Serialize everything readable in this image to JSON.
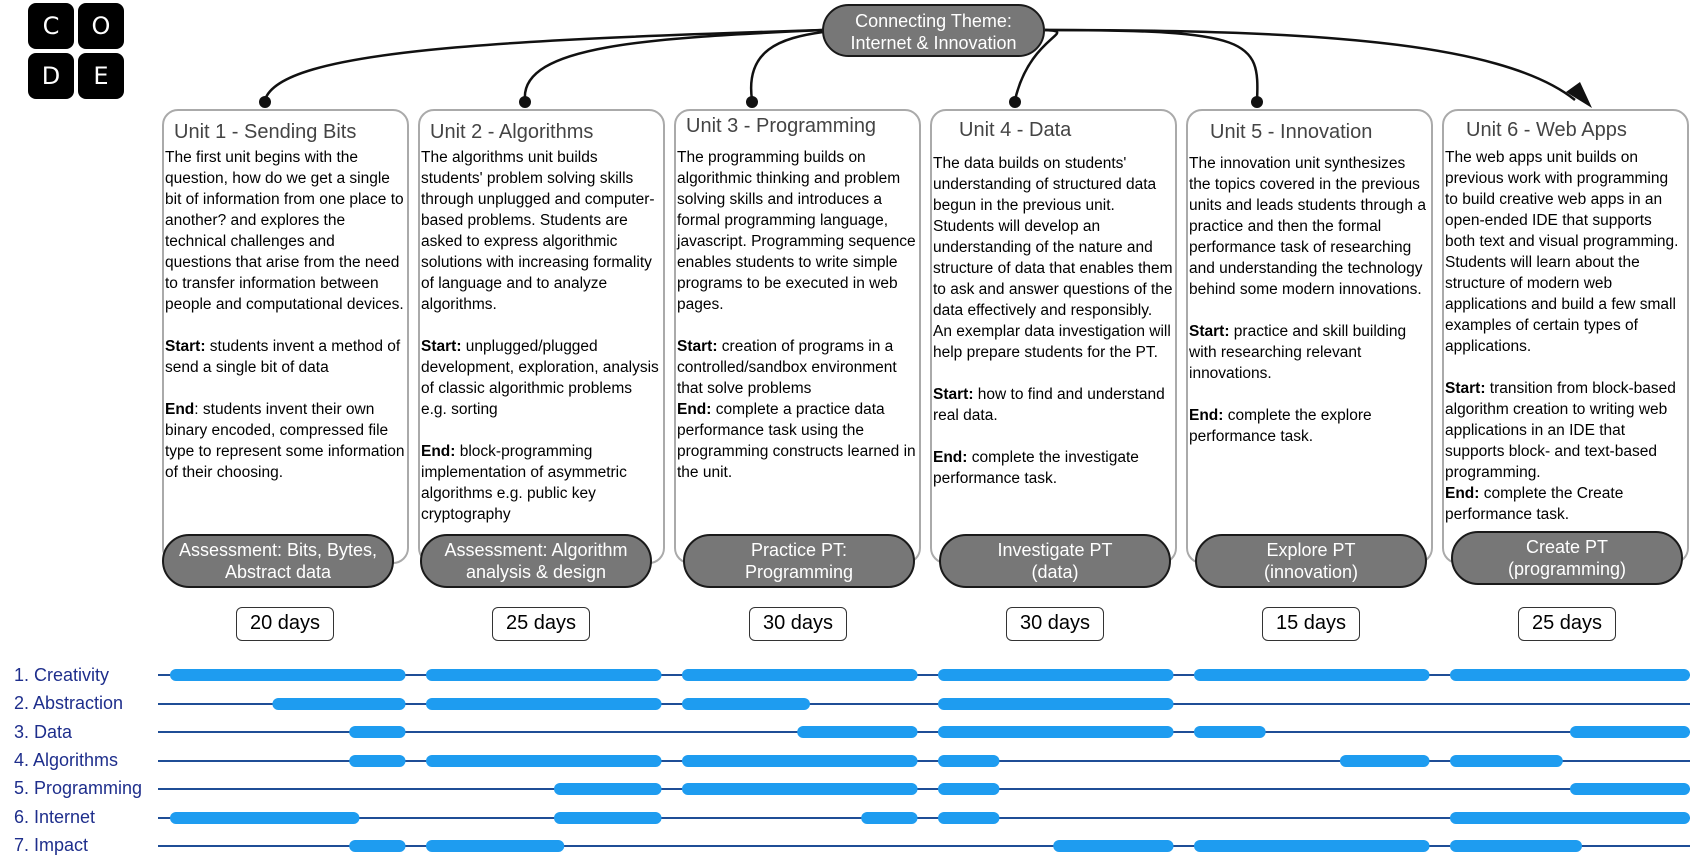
{
  "logo": [
    "C",
    "O",
    "D",
    "E"
  ],
  "connecting_theme": "Connecting Theme:\nInternet & Innovation",
  "units": [
    {
      "title": "Unit 1 - Sending Bits",
      "intro": "The first unit begins with the question, how do we get a single bit of information from one place to another? and explores the technical challenges and questions that arise from the need to transfer information between people and computational devices.",
      "start_label": "Start:",
      "start": " students invent a method of send a single bit of data",
      "end_label": "End",
      "end": ": students invent their own binary encoded, compressed file type to represent some information of their choosing.",
      "assessment": "Assessment: Bits, Bytes,\nAbstract data",
      "days": "20 days"
    },
    {
      "title": "Unit 2 - Algorithms",
      "intro": "The algorithms unit builds students' problem solving skills through unplugged and computer-based problems. Students are asked to express algorithmic solutions with increasing formality of language and to analyze algorithms.",
      "start_label": "Start:",
      "start": " unplugged/plugged development, exploration, analysis of classic algorithmic problems e.g. sorting",
      "end_label": "End:",
      "end": " block-programming implementation of asymmetric algorithms e.g. public key cryptography",
      "assessment": "Assessment: Algorithm\nanalysis & design",
      "days": "25 days"
    },
    {
      "title": "Unit 3 - Programming",
      "intro": "The programming builds on algorithmic thinking and problem solving skills and introduces a formal programming language, javascript.  Programming sequence enables students to write simple programs to be executed in web pages.",
      "start_label": "Start:",
      "start": " creation of programs in a controlled/sandbox environment that solve problems",
      "end_label": "End:",
      "end": " complete a practice data performance task using the programming constructs learned in the unit.",
      "assessment": "Practice PT:\nProgramming",
      "days": "30 days"
    },
    {
      "title": "Unit 4 - Data",
      "intro": "The data builds on students' understanding of structured data begun in the previous unit. Students will develop an understanding of the nature and structure of data that enables them to ask and answer questions of the data effectively and responsibly.  An exemplar data investigation will help prepare students for the PT.",
      "start_label": "Start:",
      "start": " how to find and understand real data.",
      "end_label": "End:",
      "end": " complete the investigate performance task.",
      "assessment": "Investigate PT\n(data)",
      "days": "30 days"
    },
    {
      "title": "Unit 5 - Innovation",
      "intro": "The innovation unit synthesizes the topics covered in the previous units and leads students through a practice and then the formal performance task of researching and understanding the technology behind some modern innovations.",
      "start_label": "Start:",
      "start": " practice and skill building with researching relevant innovations.",
      "end_label": "End:",
      "end": " complete the explore performance task.",
      "assessment": "Explore PT\n(innovation)",
      "days": "15 days"
    },
    {
      "title": "Unit 6 - Web Apps",
      "intro": "The web apps unit builds on previous work with programming to build creative web apps in an open-ended IDE that supports both text and visual programming. Students will learn about the structure of modern web applications and build a few small examples of certain types of applications.",
      "start_label": "Start:",
      "start": " transition from block-based algorithm creation to writing web applications in an IDE that supports block- and text-based programming.",
      "end_label": "End:",
      "end": " complete the Create performance task.",
      "assessment": "Create PT\n(programming)",
      "days": "25 days"
    }
  ],
  "big_ideas": [
    {
      "label": "1. Creativity",
      "coverage": [
        [
          0.0,
          0.92
        ],
        [
          1.0,
          1.92
        ],
        [
          2.0,
          2.92
        ],
        [
          3.0,
          3.92
        ],
        [
          4.0,
          4.92
        ],
        [
          5.0,
          6.0
        ]
      ]
    },
    {
      "label": "2. Abstraction",
      "coverage": [
        [
          0.4,
          0.92
        ],
        [
          1.0,
          1.92
        ],
        [
          2.0,
          2.5
        ],
        [
          3.0,
          3.92
        ]
      ]
    },
    {
      "label": "3. Data",
      "coverage": [
        [
          0.7,
          0.92
        ],
        [
          2.45,
          2.92
        ],
        [
          3.0,
          3.92
        ],
        [
          4.0,
          4.28
        ],
        [
          5.5,
          6.0
        ]
      ]
    },
    {
      "label": "4. Algorithms",
      "coverage": [
        [
          0.7,
          0.92
        ],
        [
          1.0,
          1.92
        ],
        [
          2.0,
          2.92
        ],
        [
          3.0,
          3.24
        ],
        [
          4.57,
          4.92
        ],
        [
          5.0,
          5.47
        ]
      ]
    },
    {
      "label": "5. Programming",
      "coverage": [
        [
          1.5,
          1.92
        ],
        [
          2.0,
          2.92
        ],
        [
          3.0,
          3.24
        ],
        [
          5.5,
          6.0
        ]
      ]
    },
    {
      "label": "6. Internet",
      "coverage": [
        [
          0.0,
          0.74
        ],
        [
          1.5,
          1.92
        ],
        [
          2.7,
          2.92
        ],
        [
          3.0,
          3.24
        ],
        [
          5.0,
          6.0
        ]
      ]
    },
    {
      "label": "7. Impact",
      "coverage": [
        [
          0.7,
          0.92
        ],
        [
          1.0,
          1.54
        ],
        [
          3.45,
          3.92
        ],
        [
          4.0,
          4.92
        ],
        [
          5.0,
          5.55
        ]
      ]
    }
  ],
  "colors": {
    "track_line": "#1f4e96",
    "coverage_bar": "#1e9cf0",
    "pill_fill": "#777777",
    "unit_border": "#aaaaaa",
    "label_color": "#1e2e8c"
  }
}
